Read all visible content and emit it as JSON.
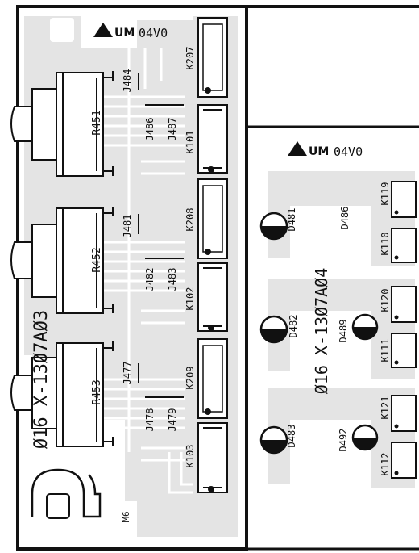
{
  "left_board": {
    "logo_mark": "UM",
    "version": "04V0",
    "board_id": "Ø16 X-13Ø7AØ3",
    "hole_label": "M6",
    "resistors": [
      "R451",
      "R452",
      "R453"
    ],
    "jumpers_top": [
      "J484",
      "J486",
      "J487"
    ],
    "jumpers_mid": [
      "J481",
      "J482",
      "J483"
    ],
    "jumpers_bot": [
      "J477",
      "J478",
      "J479"
    ],
    "connectors": [
      "K207",
      "K101",
      "K208",
      "K102",
      "K209",
      "K103"
    ]
  },
  "right_board": {
    "logo_mark": "UM",
    "version": "04V0",
    "board_id": "Ø16 X-13Ø7AØ4",
    "leds": [
      "D481",
      "D482",
      "D483"
    ],
    "diodes_small": [
      "D486",
      "D489",
      "D492"
    ],
    "connectors": [
      "K119",
      "K110",
      "K120",
      "K111",
      "K121",
      "K112"
    ]
  }
}
